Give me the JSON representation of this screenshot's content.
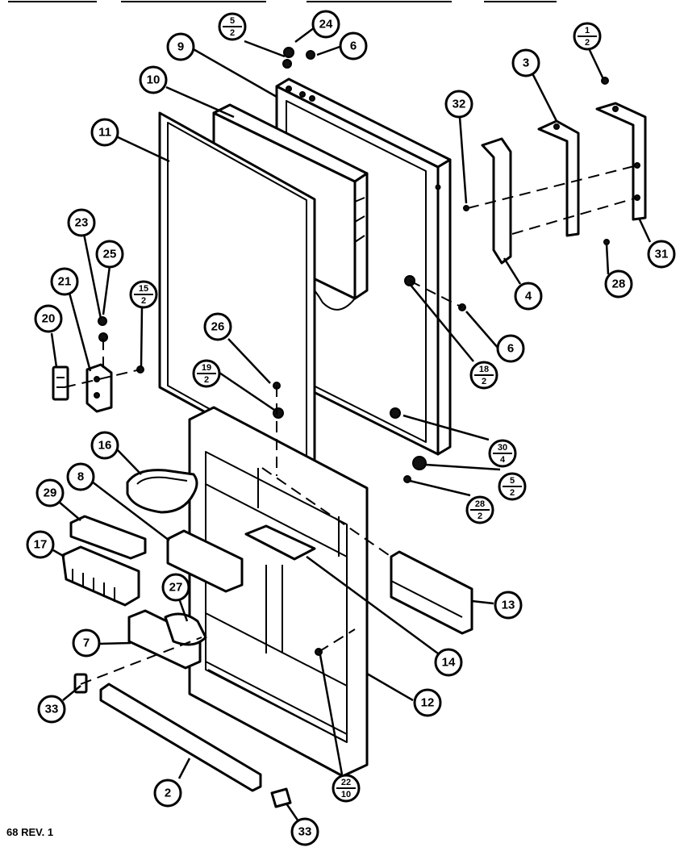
{
  "footer": {
    "revision_label": "68 REV. 1"
  },
  "callouts": [
    {
      "id": "c9",
      "label": "9"
    },
    {
      "id": "c5-2a",
      "num": "5",
      "den": "2"
    },
    {
      "id": "c24",
      "label": "24"
    },
    {
      "id": "c6a",
      "label": "6"
    },
    {
      "id": "c1-2",
      "num": "1",
      "den": "2"
    },
    {
      "id": "c3",
      "label": "3"
    },
    {
      "id": "c32",
      "label": "32"
    },
    {
      "id": "c10",
      "label": "10"
    },
    {
      "id": "c11",
      "label": "11"
    },
    {
      "id": "c31",
      "label": "31"
    },
    {
      "id": "c23",
      "label": "23"
    },
    {
      "id": "c25",
      "label": "25"
    },
    {
      "id": "c28a",
      "label": "28"
    },
    {
      "id": "c4",
      "label": "4"
    },
    {
      "id": "c21",
      "label": "21"
    },
    {
      "id": "c15-2",
      "num": "15",
      "den": "2"
    },
    {
      "id": "c20",
      "label": "20"
    },
    {
      "id": "c26",
      "label": "26"
    },
    {
      "id": "c6b",
      "label": "6"
    },
    {
      "id": "c18-2",
      "num": "18",
      "den": "2"
    },
    {
      "id": "c19-2",
      "num": "19",
      "den": "2"
    },
    {
      "id": "c30-4",
      "num": "30",
      "den": "4"
    },
    {
      "id": "c16",
      "label": "16"
    },
    {
      "id": "c5-2b",
      "num": "5",
      "den": "2"
    },
    {
      "id": "c8",
      "label": "8"
    },
    {
      "id": "c29",
      "label": "29"
    },
    {
      "id": "c28-2",
      "num": "28",
      "den": "2"
    },
    {
      "id": "c17",
      "label": "17"
    },
    {
      "id": "c27",
      "label": "27"
    },
    {
      "id": "c13",
      "label": "13"
    },
    {
      "id": "c7",
      "label": "7"
    },
    {
      "id": "c14",
      "label": "14"
    },
    {
      "id": "c12",
      "label": "12"
    },
    {
      "id": "c33a",
      "label": "33"
    },
    {
      "id": "c22-10",
      "num": "22",
      "den": "10"
    },
    {
      "id": "c2",
      "label": "2"
    },
    {
      "id": "c33b",
      "label": "33"
    }
  ]
}
